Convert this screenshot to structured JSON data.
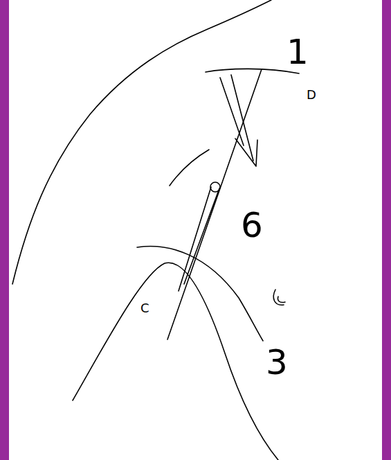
{
  "diagram": {
    "labels": [
      "1",
      "D",
      "6",
      "C",
      "3"
    ]
  }
}
